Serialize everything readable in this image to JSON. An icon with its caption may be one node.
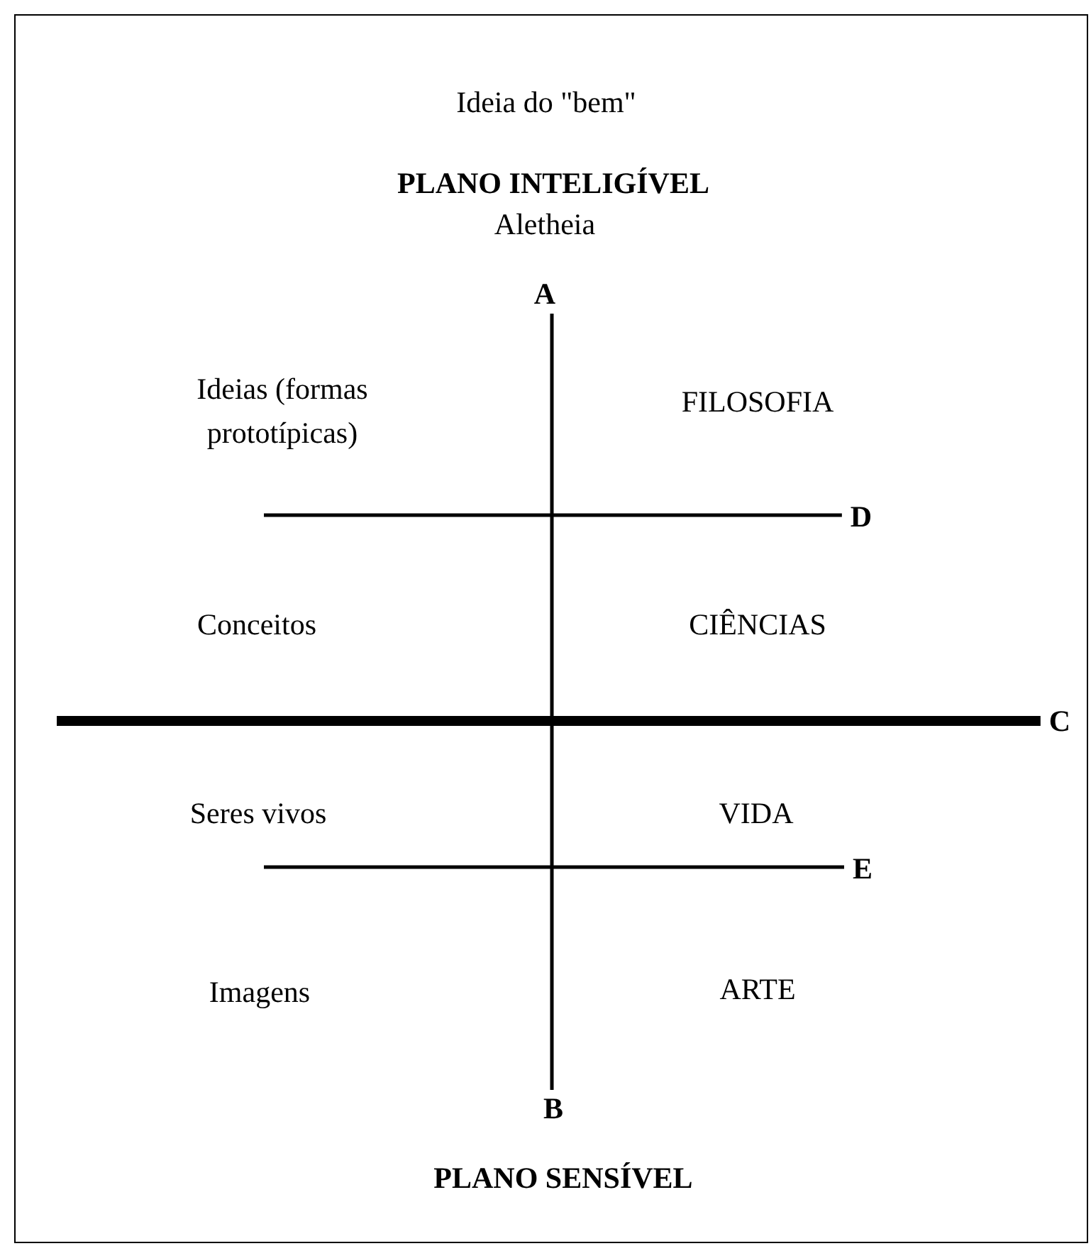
{
  "diagram": {
    "nodes": [
      {
        "text": [
          "A"
        ]
      },
      {
        "text": [
          "B"
        ]
      },
      {
        "text": [
          "C"
        ]
      },
      {
        "text": [
          "D"
        ]
      },
      {
        "text": [
          "E"
        ]
      }
    ],
    "edges": [
      {
        "from": 0,
        "to": 1,
        "arrow": "none"
      },
      {
        "from": null,
        "to": 2,
        "arrow": "none",
        "style": "thick"
      },
      {
        "from": null,
        "to": 3,
        "arrow": "none"
      },
      {
        "from": null,
        "to": 4,
        "arrow": "none"
      }
    ],
    "labels": [
      "Ideia do \"bem\"",
      "PLANO INTELIGÍVEL",
      "Aletheia",
      "Ideias (formas prototípicas)",
      "FILOSOFIA",
      "Conceitos",
      "CIÊNCIAS",
      "Seres vivos",
      "VIDA",
      "Imagens",
      "ARTE",
      "PLANO SENSÍVEL"
    ]
  }
}
